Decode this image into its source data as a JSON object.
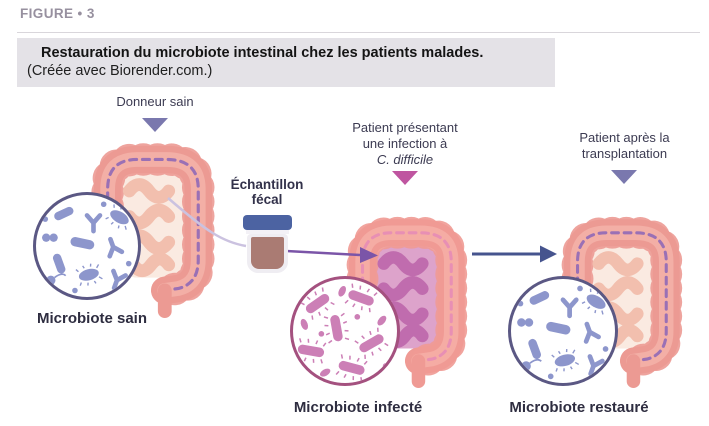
{
  "figure_label": "FIGURE • 3",
  "caption": {
    "title": "Restauration du microbiote intestinal chez les patients malades.",
    "credit": "(Créée avec Biorender.com.)"
  },
  "stages": {
    "donor": {
      "top_label": "Donneur sain",
      "bottom_label": "Microbiote sain"
    },
    "infected": {
      "top_line1": "Patient présentant",
      "top_line2": "une infection à",
      "top_line3": "C. difficile",
      "bottom_label": "Microbiote infecté"
    },
    "restored": {
      "top_line1": "Patient après la",
      "top_line2": "transplantation",
      "bottom_label": "Microbiote restauré"
    }
  },
  "sample": {
    "line1": "Échantillon",
    "line2": "fécal"
  },
  "colors": {
    "figure_label": "#97909f",
    "caption_bg": "#e4e2e7",
    "accent_purple": "#7a78ae",
    "accent_magenta": "#bf55a0",
    "transfer_arrow_purple": "#7b55a8",
    "transplant_arrow_navy": "#46548e",
    "extraction_line": "#cbc2e0",
    "colon_salmon": "#ec9a93",
    "healthy_coil_pink": "#f2bfae",
    "infected_coil_magenta": "#c06cae",
    "healthy_microbe_blue": "#8d96cc",
    "infected_microbe_pink": "#cc7fb6",
    "dash_purple": "#9a70b5",
    "dash_pink": "#e88fb4",
    "jar_lid_blue": "#4c63a2",
    "jar_content_brown": "#aa7b73"
  }
}
